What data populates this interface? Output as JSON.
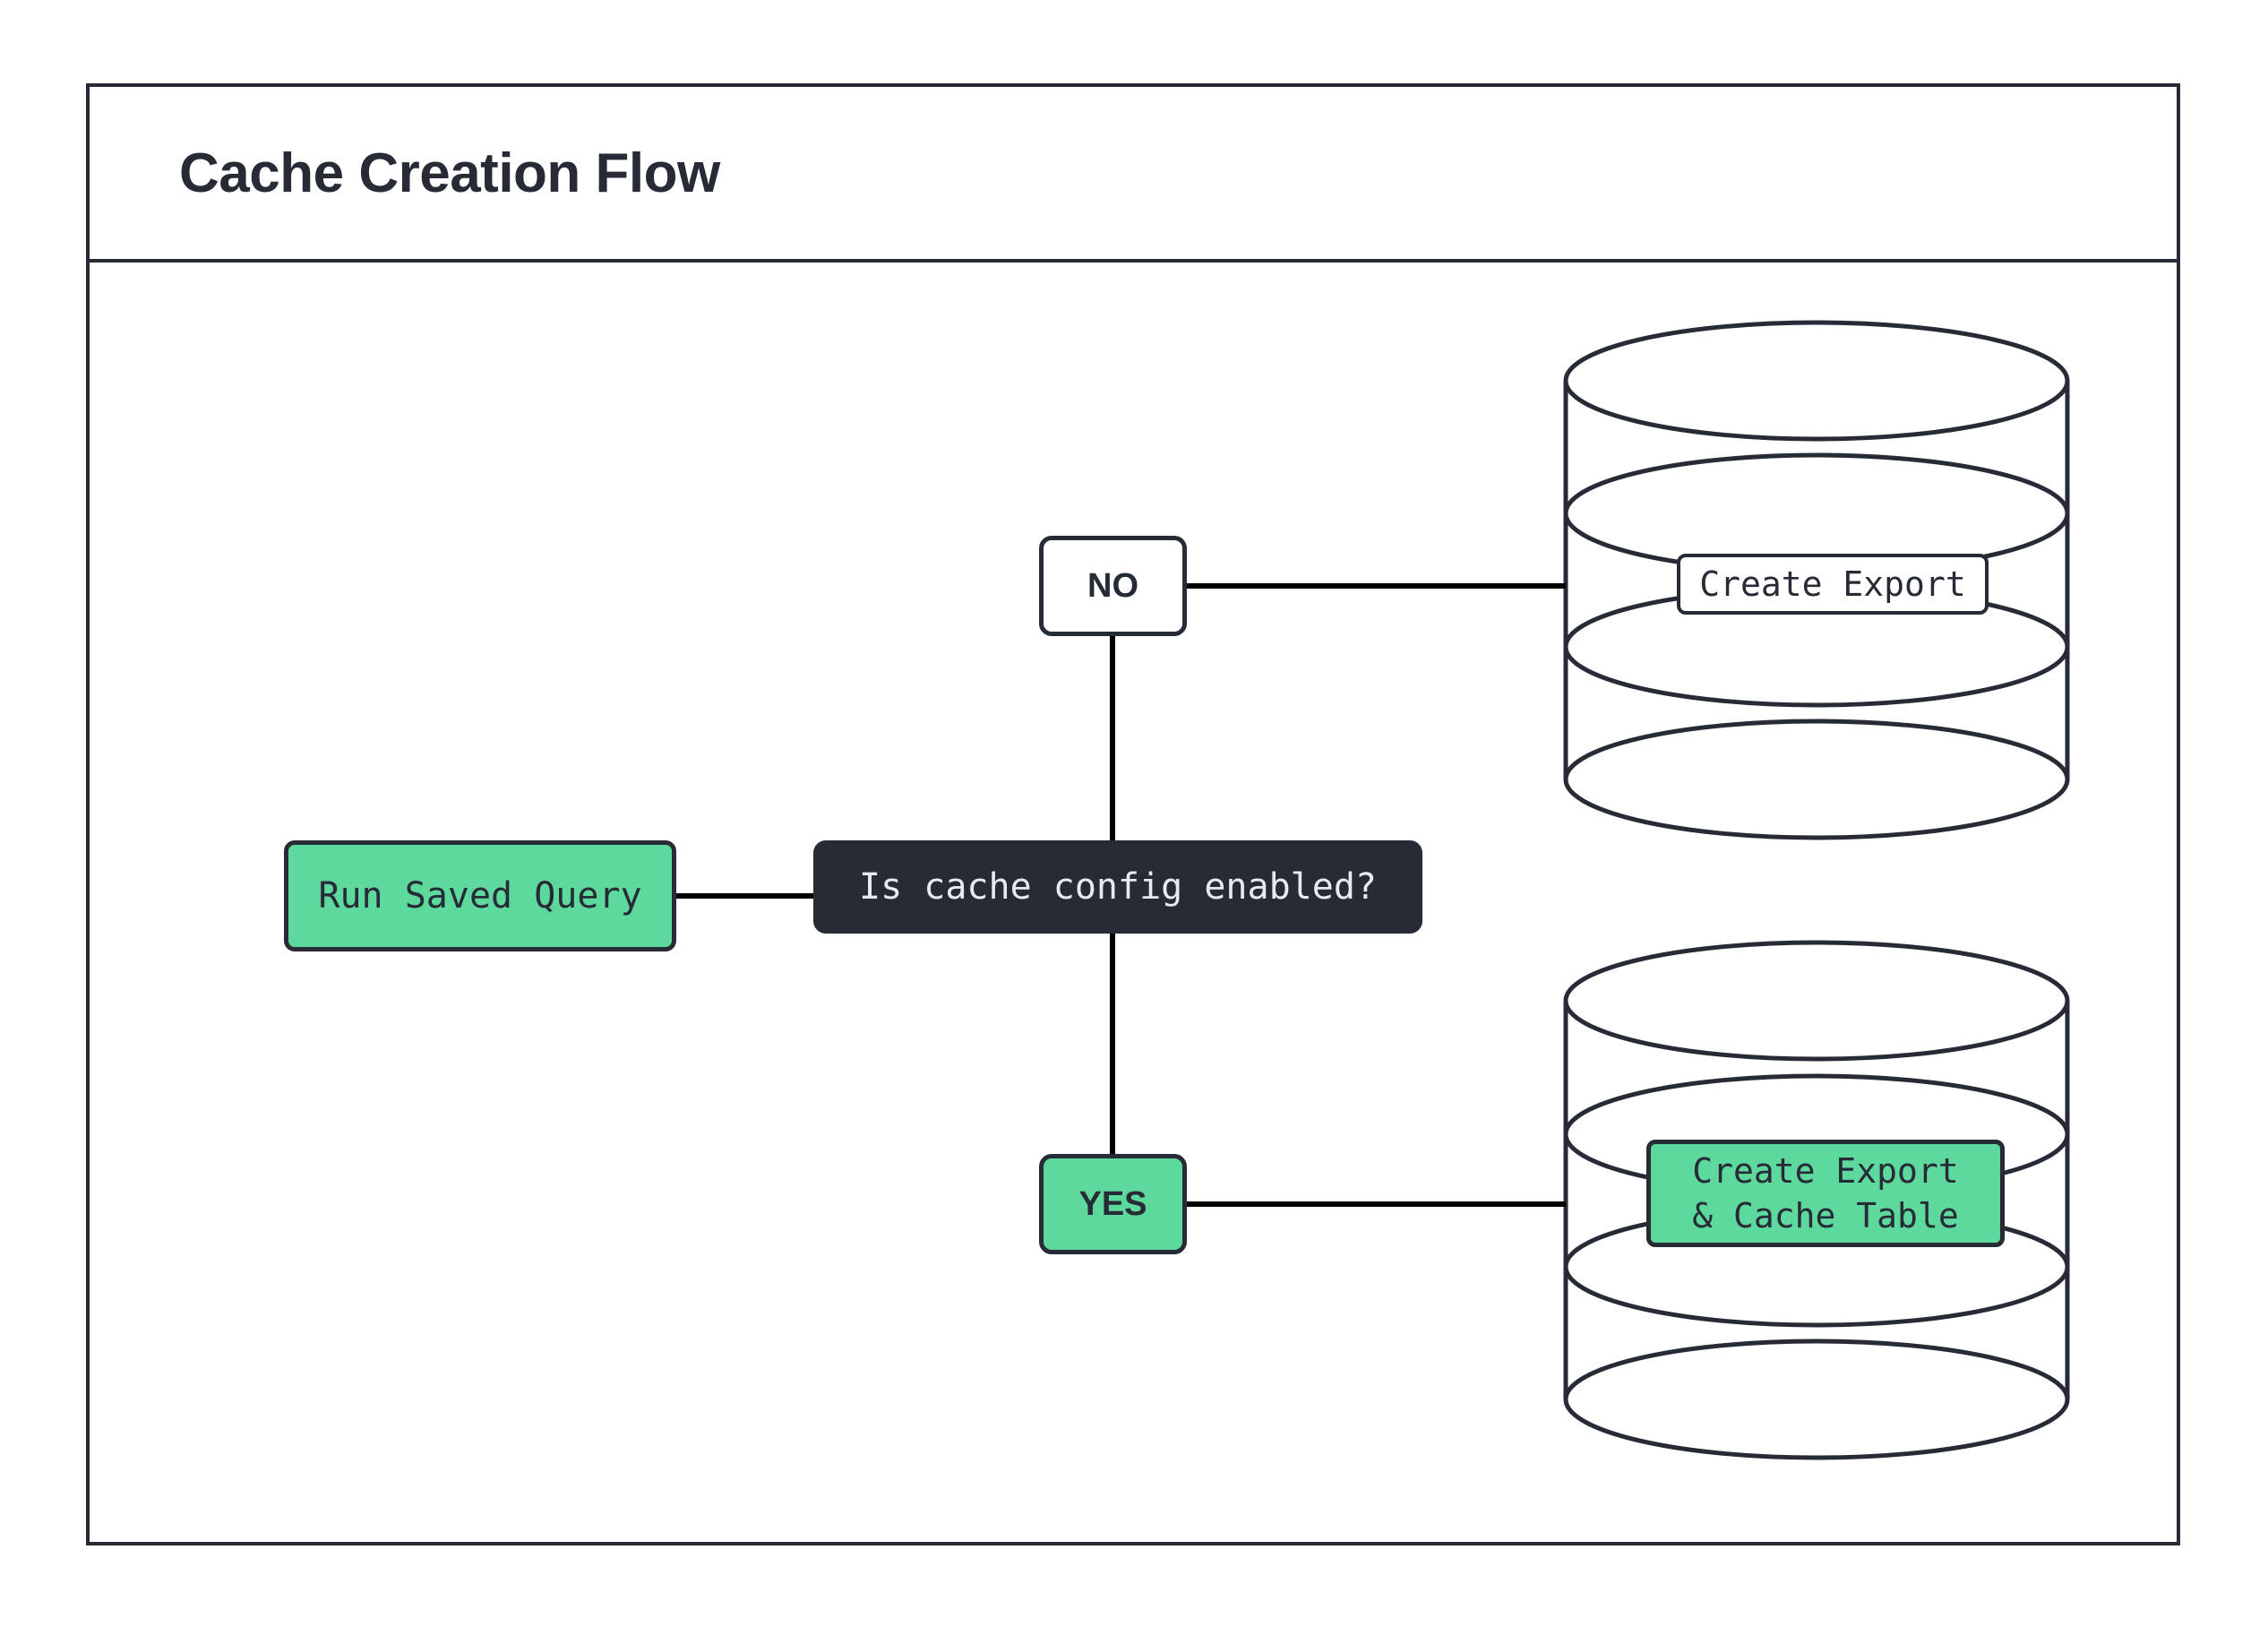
{
  "diagram": {
    "title": "Cache Creation Flow",
    "type": "flowchart",
    "colors": {
      "ink": "#262b36",
      "accent_green": "#5ed99e",
      "surface": "#ffffff",
      "dark_fill": "#262b36",
      "dark_text": "#e8eaf0"
    },
    "nodes": [
      {
        "id": "run-saved-query",
        "label": "Run Saved Query",
        "shape": "rounded-rect",
        "fill": "green",
        "font": "mono"
      },
      {
        "id": "decision",
        "label": "Is cache config enabled?",
        "shape": "rounded-rect",
        "fill": "dark",
        "font": "mono"
      },
      {
        "id": "branch-no",
        "label": "NO",
        "shape": "rounded-rect",
        "fill": "white",
        "font": "sans"
      },
      {
        "id": "branch-yes",
        "label": "YES",
        "shape": "rounded-rect",
        "fill": "green",
        "font": "sans"
      },
      {
        "id": "database-top",
        "label": "Create Export",
        "shape": "database-cylinder",
        "fill": "white",
        "font": "mono"
      },
      {
        "id": "database-bottom",
        "label": "Create Export\n& Cache Table",
        "shape": "database-cylinder",
        "fill": "green",
        "font": "mono"
      }
    ],
    "edges": [
      {
        "from": "run-saved-query",
        "to": "decision",
        "label": ""
      },
      {
        "from": "decision",
        "to": "branch-no",
        "label": ""
      },
      {
        "from": "decision",
        "to": "branch-yes",
        "label": ""
      },
      {
        "from": "branch-no",
        "to": "database-top",
        "label": ""
      },
      {
        "from": "branch-yes",
        "to": "database-bottom",
        "label": ""
      }
    ]
  }
}
